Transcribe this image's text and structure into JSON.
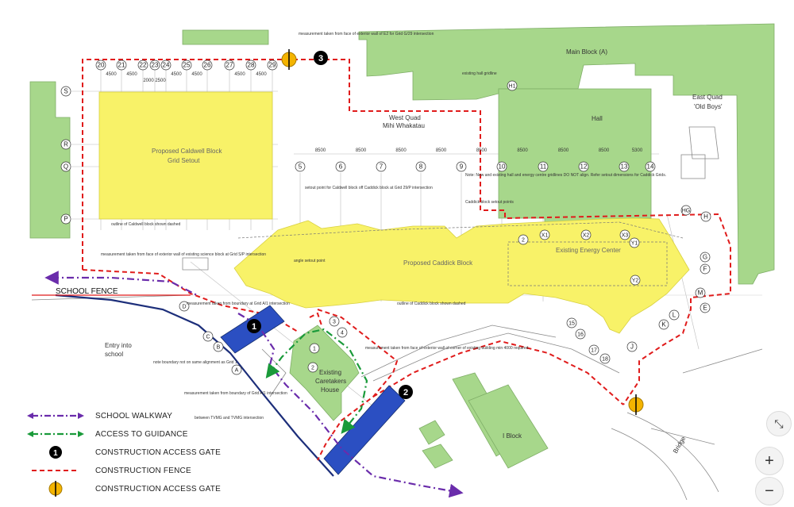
{
  "labels": {
    "school_fence": "SCHOOL FENCE",
    "main_block": "Main Block (A)",
    "west_quad": "West Quad",
    "west_quad_maori": "Mihi Whakatau",
    "hall": "Hall",
    "east_quad": "East Quad",
    "east_quad_sub": "'Old Boys'",
    "caldwell_1": "Proposed Caldwell Block",
    "caldwell_2": "Grid Setout",
    "caddick": "Proposed Caddick Block",
    "energy_center": "Existing Energy Center",
    "caretakers_1": "Existing",
    "caretakers_2": "Caretakers",
    "caretakers_3": "House",
    "i_block": "I Block",
    "entry_1": "Entry into",
    "entry_2": "school",
    "bridge": "Bridge",
    "caldwell_outline": "outline of Caldwell block shown dashed",
    "caddick_outline": "outline of Caddick block shown dashed",
    "hall_gridline": "existing hall gridline",
    "angle_setout": "angle setout point"
  },
  "grid_top": [
    "20",
    "21",
    "22",
    "23",
    "24",
    "25",
    "26",
    "27",
    "28",
    "29"
  ],
  "grid_dims_top": [
    "4500",
    "4500",
    "4500",
    "4500",
    "4500",
    "4500"
  ],
  "grid_sub_dims": [
    "2000",
    "2500"
  ],
  "grid_mid": [
    "5",
    "6",
    "7",
    "8",
    "9",
    "10",
    "11",
    "12",
    "13",
    "14"
  ],
  "grid_dims_mid": [
    "8500",
    "8500",
    "8500",
    "8500",
    "8500",
    "8500",
    "8500",
    "8500",
    "5300"
  ],
  "grid_left": [
    "S",
    "R",
    "Q",
    "P"
  ],
  "grid_right": [
    "H",
    "G",
    "F",
    "M",
    "E",
    "L",
    "K",
    "J"
  ],
  "grid_misc": [
    "H1",
    "HG",
    "X1",
    "X2",
    "X3",
    "Y1",
    "Y2",
    "15",
    "16",
    "17",
    "18",
    "A",
    "B",
    "C",
    "D",
    "1",
    "2",
    "3",
    "4",
    "2"
  ],
  "gates": {
    "gate1": "1",
    "gate2": "2",
    "gate3": "3"
  },
  "notes": {
    "n1": "measurement taken from face of exterior wall of E2 for Grid G/29 intersection",
    "n2": "setout point for Caldwell block off Caddick block at Grid 29/P intersection",
    "n3": "Note: New and existing hall and energy centre gridlines DO NOT align. Refer setout dimensions for Caddick Grids.",
    "n4": "Caddick block setout points",
    "n5": "measurement taken from face of exterior wall of existing science block at Grid S/P intersection",
    "n6": "measurement taken from boundary at Grid A/1 intersection",
    "n7": "note boundary not on same alignment as Grid 1",
    "n8": "measurement taken from face of exterior wall of corner of existing building min 4000 required",
    "n9": "measurement taken from boundary of Grid A/1 intersection",
    "n10": "between TVMG and TVMG intersection"
  },
  "legend": [
    {
      "label": "SCHOOL WALKWAY",
      "symbol": "walkway-arrow",
      "color": "#6a2cab"
    },
    {
      "label": "ACCESS TO GUIDANCE",
      "symbol": "guidance-arrow",
      "color": "#1a9a3a"
    },
    {
      "label": "CONSTRUCTION ACCESS GATE",
      "symbol": "gate-numbered-circle",
      "color": "#000000"
    },
    {
      "label": "CONSTRUCTION FENCE",
      "symbol": "fence-dashed-line",
      "color": "#e01b1b"
    },
    {
      "label": "CONSTRUCTION ACCESS GATE",
      "symbol": "gate-orange-circle",
      "color": "#f4b400"
    }
  ],
  "controls": {
    "collapse": "⤡",
    "zoom_in": "+",
    "zoom_out": "−"
  },
  "colors": {
    "green_building": "#a7d78b",
    "yellow_proposed": "#f8f268",
    "fence_red": "#e01b1b",
    "walkway_purple": "#6a2cab",
    "guidance_green": "#1a9a3a",
    "gate_blue": "#2b4fc2",
    "boundary_navy": "#1c2e7a",
    "gate_orange": "#f4b400"
  }
}
